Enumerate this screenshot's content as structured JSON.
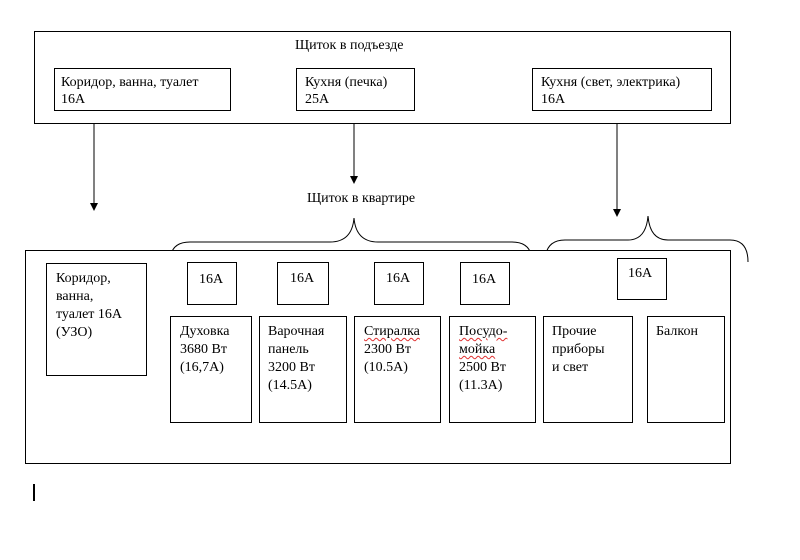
{
  "entrance_panel": {
    "title": "Щиток в подъезде",
    "breakers": [
      {
        "label": "Коридор, ванна, туалет",
        "rating": "16А"
      },
      {
        "label": "Кухня (печка)",
        "rating": "25А"
      },
      {
        "label": "Кухня (свет, электрика)",
        "rating": "16А"
      }
    ]
  },
  "apartment_panel": {
    "title": "Щиток в квартире",
    "corridor_breaker": {
      "label": "Коридор,\nванна,\nтуалет  16А\n(УЗО)"
    },
    "kitchen_breakers": [
      {
        "rating": "16А",
        "consumer_label": "Духовка\n3680 Вт\n(16,7А)"
      },
      {
        "rating": "16А",
        "consumer_label": "Варочная\nпанель\n3200 Вт\n(14.5А)"
      },
      {
        "rating": "16А",
        "consumer_label_word": "Стиралка",
        "consumer_label_rest": "\n2300 Вт\n(10.5А)"
      },
      {
        "rating": "16А",
        "consumer_label_word": "Посудо-\nмойка",
        "consumer_label_rest": "\n2500 Вт\n(11.3А)"
      }
    ],
    "light_breaker": {
      "rating": "16А"
    },
    "other_devices_label": "Прочие\nприборы\nи свет",
    "balcony_label": "Балкон"
  }
}
